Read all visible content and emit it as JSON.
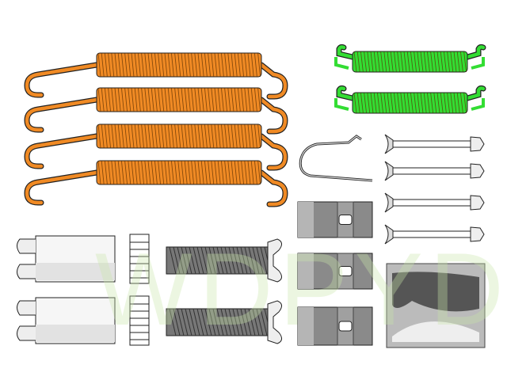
{
  "watermark": "WDPYD",
  "colors": {
    "orange_spring": "#f08a24",
    "green_spring": "#33dd33",
    "plate": "#8a8a8a",
    "outline": "#222222"
  },
  "parts": {
    "orange_springs": 4,
    "green_springs": 2,
    "pins": 4,
    "clips": 1,
    "plates": 3,
    "adjuster_sleeves": 2,
    "adjuster_wheels": 2,
    "adjuster_screws": 2,
    "pads": 1
  }
}
